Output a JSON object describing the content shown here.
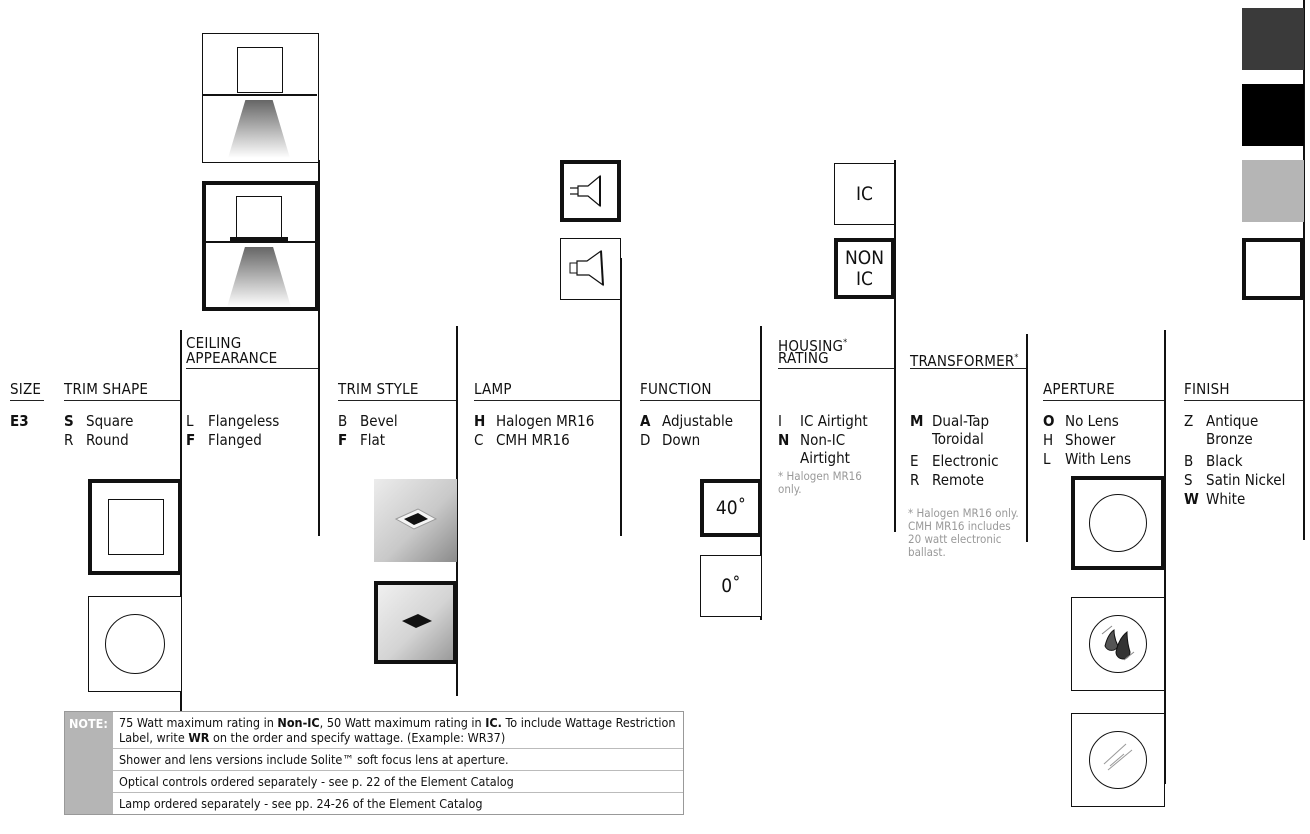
{
  "columns": {
    "size": {
      "header": "SIZE",
      "options": [
        {
          "code": "E3",
          "label": ""
        }
      ]
    },
    "trim_shape": {
      "header": "TRIM SHAPE",
      "options": [
        {
          "code": "S",
          "label": "Square"
        },
        {
          "code": "R",
          "label": "Round"
        }
      ]
    },
    "ceiling": {
      "header_1": "CEILING",
      "header_2": "APPEARANCE",
      "options": [
        {
          "code": "L",
          "label": "Flangeless"
        },
        {
          "code": "F",
          "label": "Flanged"
        }
      ]
    },
    "trim_style": {
      "header": "TRIM STYLE",
      "options": [
        {
          "code": "B",
          "label": "Bevel"
        },
        {
          "code": "F",
          "label": "Flat"
        }
      ]
    },
    "lamp": {
      "header": "LAMP",
      "options": [
        {
          "code": "H",
          "label": "Halogen MR16"
        },
        {
          "code": "C",
          "label": "CMH MR16"
        }
      ]
    },
    "function": {
      "header": "FUNCTION",
      "options": [
        {
          "code": "A",
          "label": "Adjustable"
        },
        {
          "code": "D",
          "label": "Down"
        }
      ]
    },
    "housing": {
      "header_1": "HOUSING",
      "header_sup": "*",
      "header_2": "RATING",
      "options": [
        {
          "code": "I",
          "label": "IC Airtight"
        },
        {
          "code": "N",
          "label": "Non-IC Airtight"
        }
      ],
      "footnote": "* Halogen MR16 only."
    },
    "transformer": {
      "header": "TRANSFORMER",
      "header_sup": "*",
      "options": [
        {
          "code": "M",
          "label": "Dual-Tap Toroidal"
        },
        {
          "code": "E",
          "label": "Electronic"
        },
        {
          "code": "R",
          "label": "Remote"
        }
      ],
      "footnote": "* Halogen MR16 only. CMH MR16 includes 20 watt electronic ballast."
    },
    "aperture": {
      "header": "APERTURE",
      "options": [
        {
          "code": "O",
          "label": "No Lens"
        },
        {
          "code": "H",
          "label": "Shower"
        },
        {
          "code": "L",
          "label": "With Lens"
        }
      ]
    },
    "finish": {
      "header": "FINISH",
      "options": [
        {
          "code": "Z",
          "label": "Antique Bronze"
        },
        {
          "code": "B",
          "label": "Black"
        },
        {
          "code": "S",
          "label": "Satin Nickel"
        },
        {
          "code": "W",
          "label": "White"
        }
      ]
    }
  },
  "boxes": {
    "ic": "IC",
    "non_ic_1": "NON",
    "non_ic_2": "IC",
    "angle_40": "40˚",
    "angle_0": "0˚"
  },
  "finish_swatches": [
    "#3a3a3a",
    "#000000",
    "#b5b5b5",
    "#ffffff"
  ],
  "note": {
    "tag": "NOTE:",
    "line1_a": "75 Watt maximum rating in ",
    "line1_b": "Non-IC",
    "line1_c": ", 50 Watt maximum rating in ",
    "line1_d": "IC.",
    "line1_e": " To include Wattage Restriction Label, write ",
    "line1_f": "WR",
    "line1_g": " on the order and specify wattage. (Example: WR37)",
    "line2": "Shower and lens versions include Solite™ soft focus lens at aperture.",
    "line3": "Optical controls ordered separately - see p. 22 of the Element Catalog",
    "line4": "Lamp ordered separately - see pp. 24-26 of the Element Catalog"
  }
}
